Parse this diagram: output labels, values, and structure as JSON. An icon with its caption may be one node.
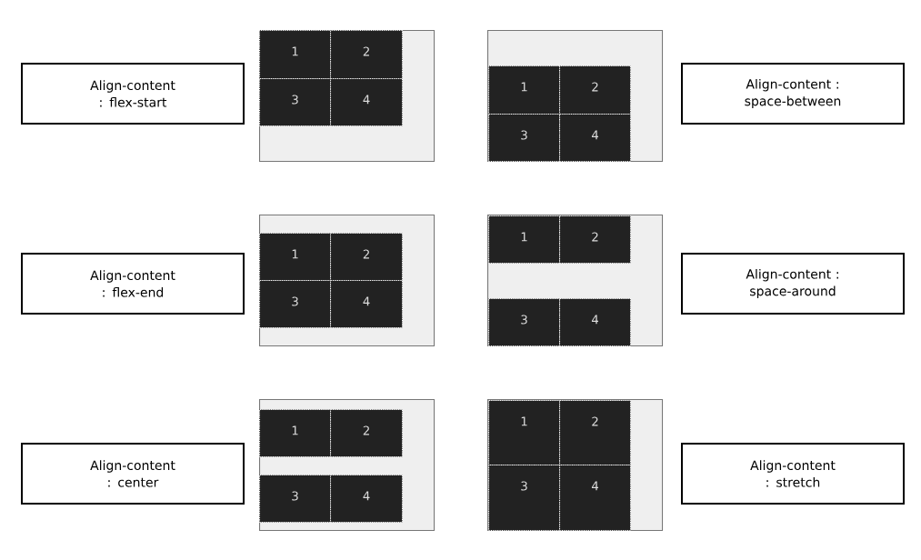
{
  "diagram": {
    "nodes": [
      {
        "text": [
          "Align-content : flex-start"
        ]
      },
      {
        "text": [],
        "shape": "box"
      },
      {
        "text": [
          "1"
        ],
        "in": 1
      },
      {
        "text": [
          "2"
        ],
        "in": 1
      },
      {
        "text": [
          "3"
        ],
        "in": 1
      },
      {
        "text": [
          "4"
        ],
        "in": 1
      },
      {
        "text": [],
        "shape": "box"
      },
      {
        "text": [
          "1"
        ],
        "in": 6
      },
      {
        "text": [
          "2"
        ],
        "in": 6
      },
      {
        "text": [
          "3"
        ],
        "in": 6
      },
      {
        "text": [
          "4"
        ],
        "in": 6
      },
      {
        "text": [
          "Align-content : space-between"
        ]
      },
      {
        "text": [
          "Align-content : flex-end"
        ]
      },
      {
        "text": [],
        "shape": "box"
      },
      {
        "text": [
          "1"
        ],
        "in": 13
      },
      {
        "text": [
          "2"
        ],
        "in": 13
      },
      {
        "text": [
          "3"
        ],
        "in": 13
      },
      {
        "text": [
          "4"
        ],
        "in": 13
      },
      {
        "text": [],
        "shape": "box"
      },
      {
        "text": [
          "1"
        ],
        "in": 18
      },
      {
        "text": [
          "2"
        ],
        "in": 18
      },
      {
        "text": [
          "3"
        ],
        "in": 18
      },
      {
        "text": [
          "4"
        ],
        "in": 18
      },
      {
        "text": [
          "Align-content : space-around"
        ]
      },
      {
        "text": [
          "Align-content : center"
        ]
      },
      {
        "text": [],
        "shape": "box"
      },
      {
        "text": [
          "1"
        ],
        "in": 25
      },
      {
        "text": [
          "2"
        ],
        "in": 25
      },
      {
        "text": [
          "3"
        ],
        "in": 25
      },
      {
        "text": [
          "4"
        ],
        "in": 25
      },
      {
        "text": [],
        "shape": "box"
      },
      {
        "text": [
          "1"
        ],
        "in": 30
      },
      {
        "text": [
          "2"
        ],
        "in": 30
      },
      {
        "text": [
          "3"
        ],
        "in": 30
      },
      {
        "text": [
          "4"
        ],
        "in": 30
      },
      {
        "text": [
          "Align-content : stretch"
        ]
      }
    ]
  }
}
